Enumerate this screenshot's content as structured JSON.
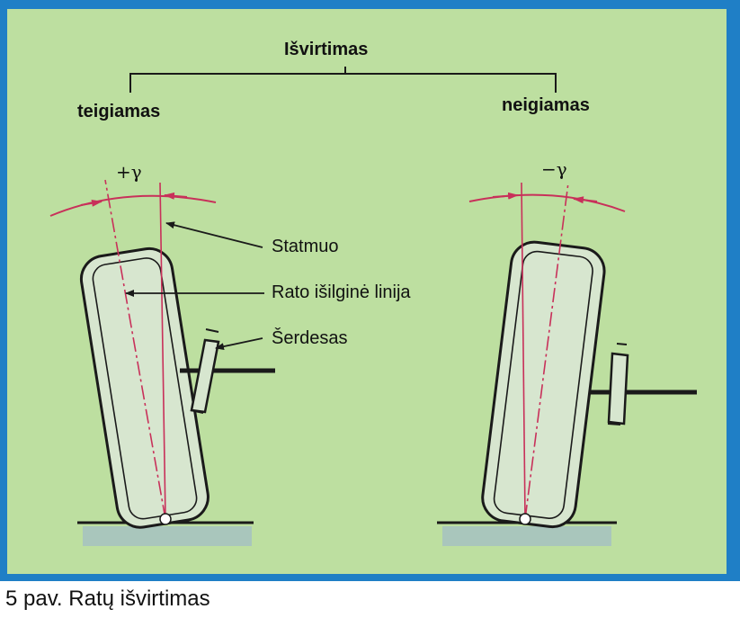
{
  "colors": {
    "background": "#bddfa0",
    "border": "#1f7fc6",
    "outline": "#1a1a1a",
    "tire": "#d7e6cf",
    "wheel_centerline": "#c8305a",
    "vertical_line": "#c8305a",
    "arc": "#c8305a",
    "ground_shadow": "#a9c6bc"
  },
  "bracket_title": "Išvirtimas",
  "left": {
    "heading": "teigiamas",
    "angle_label": "+γ"
  },
  "right": {
    "heading": "neigiamas",
    "angle_label": "−γ"
  },
  "callouts": {
    "vertical": "Statmuo",
    "centerline": "Rato išilginė linija",
    "kingpin": "Šerdesas"
  },
  "caption": "5 pav. Ratų išvirtimas",
  "icons": [
    "arrow-icon"
  ]
}
